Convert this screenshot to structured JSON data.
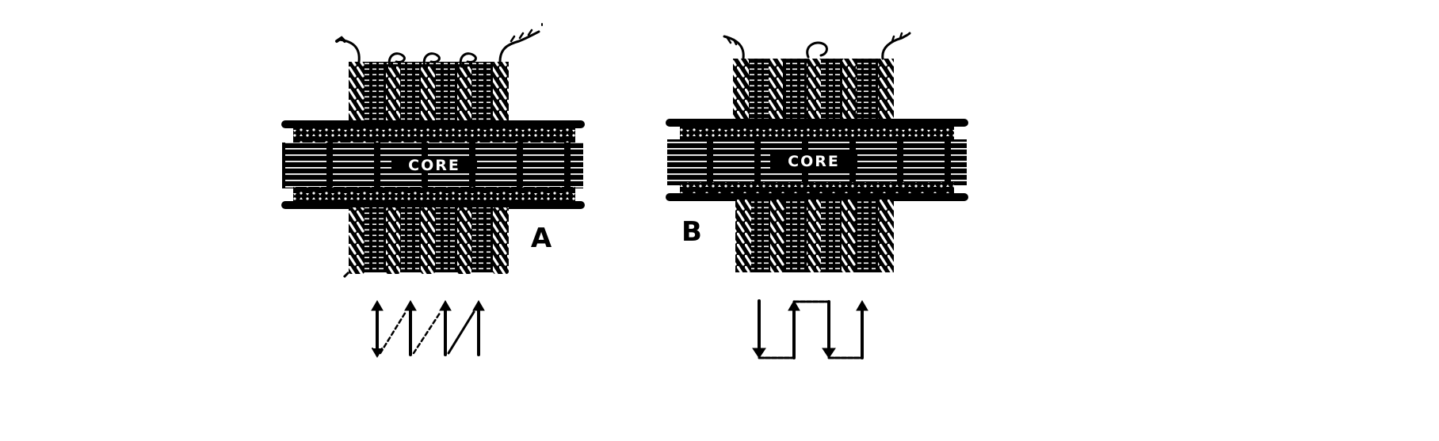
{
  "figure": {
    "description": "Two coil-winding arrangements on a core, with current-direction arrow diagrams below each",
    "colors": {
      "ink": "#000000",
      "paper": "#ffffff"
    },
    "panels": [
      {
        "id": "A",
        "label": "A",
        "core_label": "CORE",
        "coil_sections": 4,
        "flanges": 5,
        "arrow_pattern": "zigzag — all sections traversed upward, returns shown as dashed diagonals",
        "arrows": [
          "up",
          "up",
          "up",
          "up"
        ]
      },
      {
        "id": "B",
        "label": "B",
        "core_label": "CORE",
        "coil_sections": 4,
        "flanges": 5,
        "arrow_pattern": "alternating — down, up, down, up connected by horizontal links",
        "arrows": [
          "down",
          "up",
          "down",
          "up"
        ]
      }
    ]
  }
}
